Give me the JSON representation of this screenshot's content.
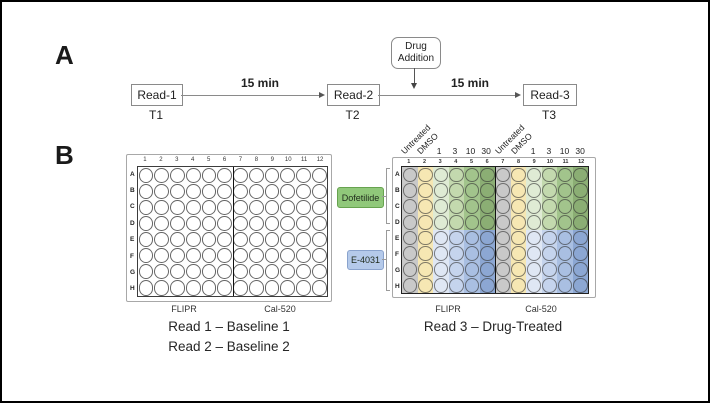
{
  "panelA": {
    "label": "A",
    "read_boxes": [
      {
        "label": "Read-1",
        "time": "T1"
      },
      {
        "label": "Read-2",
        "time": "T2"
      },
      {
        "label": "Read-3",
        "time": "T3"
      }
    ],
    "interval_labels": [
      "15 min",
      "15 min"
    ],
    "drug_addition_lines": [
      "Drug",
      "Addition"
    ]
  },
  "panelB": {
    "label": "B",
    "column_numbers": [
      "1",
      "2",
      "3",
      "4",
      "5",
      "6",
      "7",
      "8",
      "9",
      "10",
      "11",
      "12"
    ],
    "row_letters": [
      "A",
      "B",
      "C",
      "D",
      "E",
      "F",
      "G",
      "H"
    ],
    "left_plate": {
      "detector_labels": [
        "FLIPR",
        "Cal-520"
      ],
      "caption_lines": [
        "Read 1 – Baseline 1",
        "Read 2 – Baseline 2"
      ]
    },
    "right_plate": {
      "detector_labels": [
        "FLIPR",
        "Cal-520"
      ],
      "caption": "Read 3 – Drug-Treated",
      "condition_labels": [
        {
          "text": "Untreated",
          "col": 1
        },
        {
          "text": "DMSO",
          "col": 2
        },
        {
          "text": "Untreated",
          "col": 7
        },
        {
          "text": "DMSO",
          "col": 8
        }
      ],
      "concentration_labels": [
        {
          "text": "1",
          "col": 3
        },
        {
          "text": "3",
          "col": 4
        },
        {
          "text": "10",
          "col": 5
        },
        {
          "text": "30",
          "col": 6
        },
        {
          "text": "1",
          "col": 9
        },
        {
          "text": "3",
          "col": 10
        },
        {
          "text": "10",
          "col": 11
        },
        {
          "text": "30",
          "col": 12
        }
      ]
    },
    "legend": [
      {
        "label": "Dofetilide",
        "bg": "#90c87a",
        "border": "#67a34f"
      },
      {
        "label": "E-4031",
        "bg": "#b5caea",
        "border": "#8aa3cd"
      }
    ],
    "well_colors": {
      "untreated": "#c9c9c9",
      "dmso": "#f6e7b3",
      "dofetilide_shades": [
        "#dfebd4",
        "#c3d9ae",
        "#a2c48c",
        "#8bae74"
      ],
      "e4031_shades": [
        "#dfe7f4",
        "#c5d4ed",
        "#a9bfe2",
        "#8ca7d3"
      ],
      "baseline": "#ffffff"
    }
  }
}
